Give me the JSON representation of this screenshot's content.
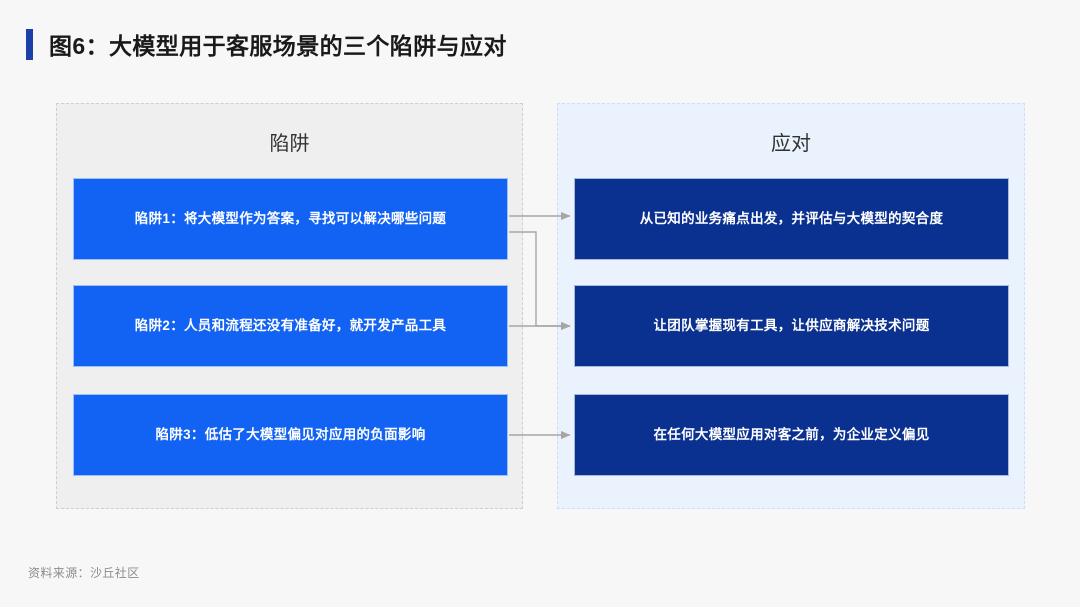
{
  "title": {
    "text": "图6：大模型用于客服场景的三个陷阱与应对",
    "accent_color": "#1c3faa"
  },
  "panels": {
    "traps": {
      "header": "陷阱",
      "background": "#efefef",
      "card_color": "#1263f3",
      "cards": [
        {
          "label": "陷阱1：将大模型作为答案，寻找可以解决哪些问题"
        },
        {
          "label": "陷阱2：人员和流程还没有准备好，就开发产品工具"
        },
        {
          "label": "陷阱3：低估了大模型偏见对应用的负面影响"
        }
      ]
    },
    "responses": {
      "header": "应对",
      "background": "#eaf2fd",
      "card_color": "#0b3190",
      "cards": [
        {
          "label": "从已知的业务痛点出发，并评估与大模型的契合度"
        },
        {
          "label": "让团队掌握现有工具，让供应商解决技术问题"
        },
        {
          "label": "在任何大模型应用对客之前，为企业定义偏见"
        }
      ]
    }
  },
  "connectors": {
    "color": "#a6a6a6",
    "links": [
      {
        "from": "trap-1",
        "to": "response-1",
        "kind": "straight"
      },
      {
        "from": "trap-1",
        "to": "response-2",
        "kind": "elbow"
      },
      {
        "from": "trap-2",
        "to": "response-2",
        "kind": "straight"
      },
      {
        "from": "trap-3",
        "to": "response-3",
        "kind": "straight"
      }
    ]
  },
  "footer": {
    "source": "资料来源：沙丘社区"
  }
}
